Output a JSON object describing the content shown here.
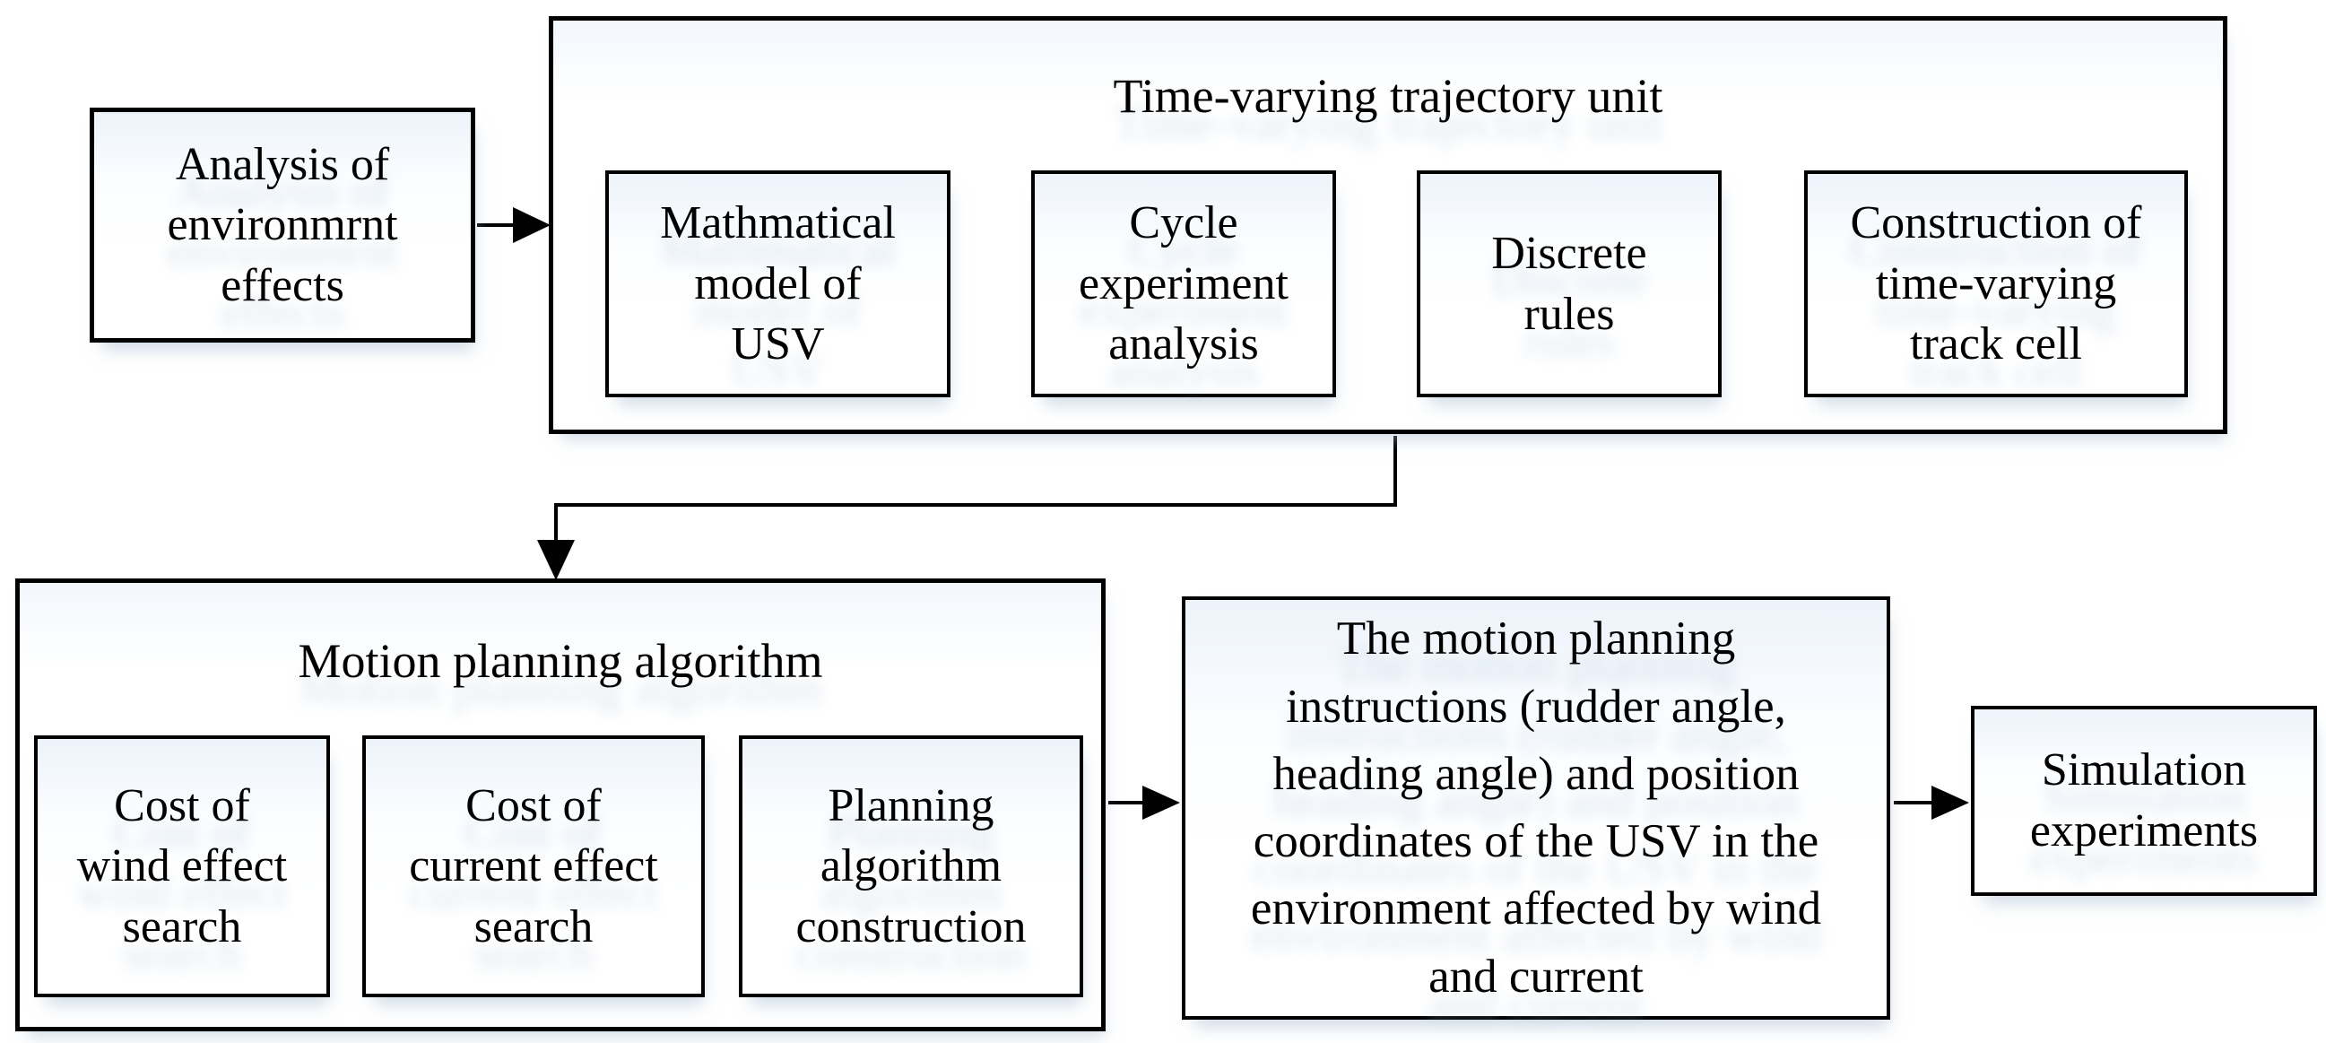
{
  "diagram": {
    "analysis_box": "Analysis of\nenvironmrnt\neffects",
    "trajectory_unit": {
      "title": "Time-varying trajectory unit",
      "items": [
        {
          "label": "Mathmatical\nmodel of\nUSV"
        },
        {
          "label": "Cycle\nexperiment\nanalysis"
        },
        {
          "label": "Discrete\nrules"
        },
        {
          "label": "Construction of\ntime-varying\ntrack cell"
        }
      ]
    },
    "motion_planning": {
      "title": "Motion planning algorithm",
      "items": [
        {
          "label": "Cost of\nwind effect\nsearch"
        },
        {
          "label": "Cost of\ncurrent effect\nsearch"
        },
        {
          "label": "Planning\nalgorithm\nconstruction"
        }
      ]
    },
    "output_box": "The motion planning\ninstructions (rudder angle,\nheading angle) and position\ncoordinates of the USV in the\nenvironment affected by wind\nand current",
    "simulation_box": "Simulation\nexperiments",
    "colors": {
      "border": "#000000",
      "background": "#ffffff",
      "shadow": "#b9cbdd"
    }
  }
}
